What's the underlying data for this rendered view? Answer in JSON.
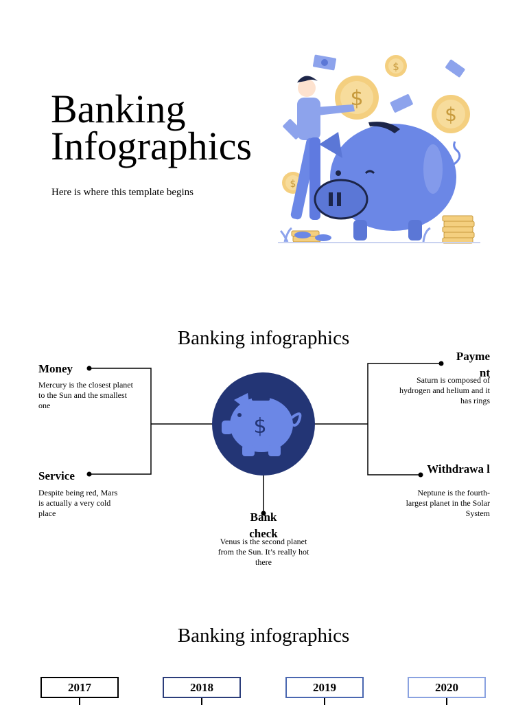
{
  "slide1": {
    "title_line1": "Banking",
    "title_line2": "Infographics",
    "subtitle": "Here is where this template begins"
  },
  "slide2": {
    "title": "Banking infographics",
    "nodes": {
      "money": {
        "title": "Money",
        "desc": "Mercury is the closest planet to the Sun and the smallest one"
      },
      "service": {
        "title": "Service",
        "desc": "Despite being red, Mars is actually a very cold place"
      },
      "payment": {
        "title": "Payme nt",
        "desc": "Saturn is composed of hydrogen and helium and it has rings"
      },
      "withdrawal": {
        "title": "Withdrawa l",
        "desc": "Neptune is the fourth-largest planet in the Solar System"
      },
      "bank_check": {
        "title": "Bank check",
        "desc": "Venus is the second planet from the Sun. It’s really hot there"
      }
    }
  },
  "slide3": {
    "title": "Banking infographics",
    "years": [
      "2017",
      "2018",
      "2019",
      "2020"
    ],
    "year_colors": [
      "#000000",
      "#2b3d7a",
      "#4a67b0",
      "#8aa2e0"
    ]
  },
  "colors": {
    "piggy_blue": "#6b87e6",
    "piggy_dark": "#233575",
    "coin_gold": "#f4cf7f"
  }
}
